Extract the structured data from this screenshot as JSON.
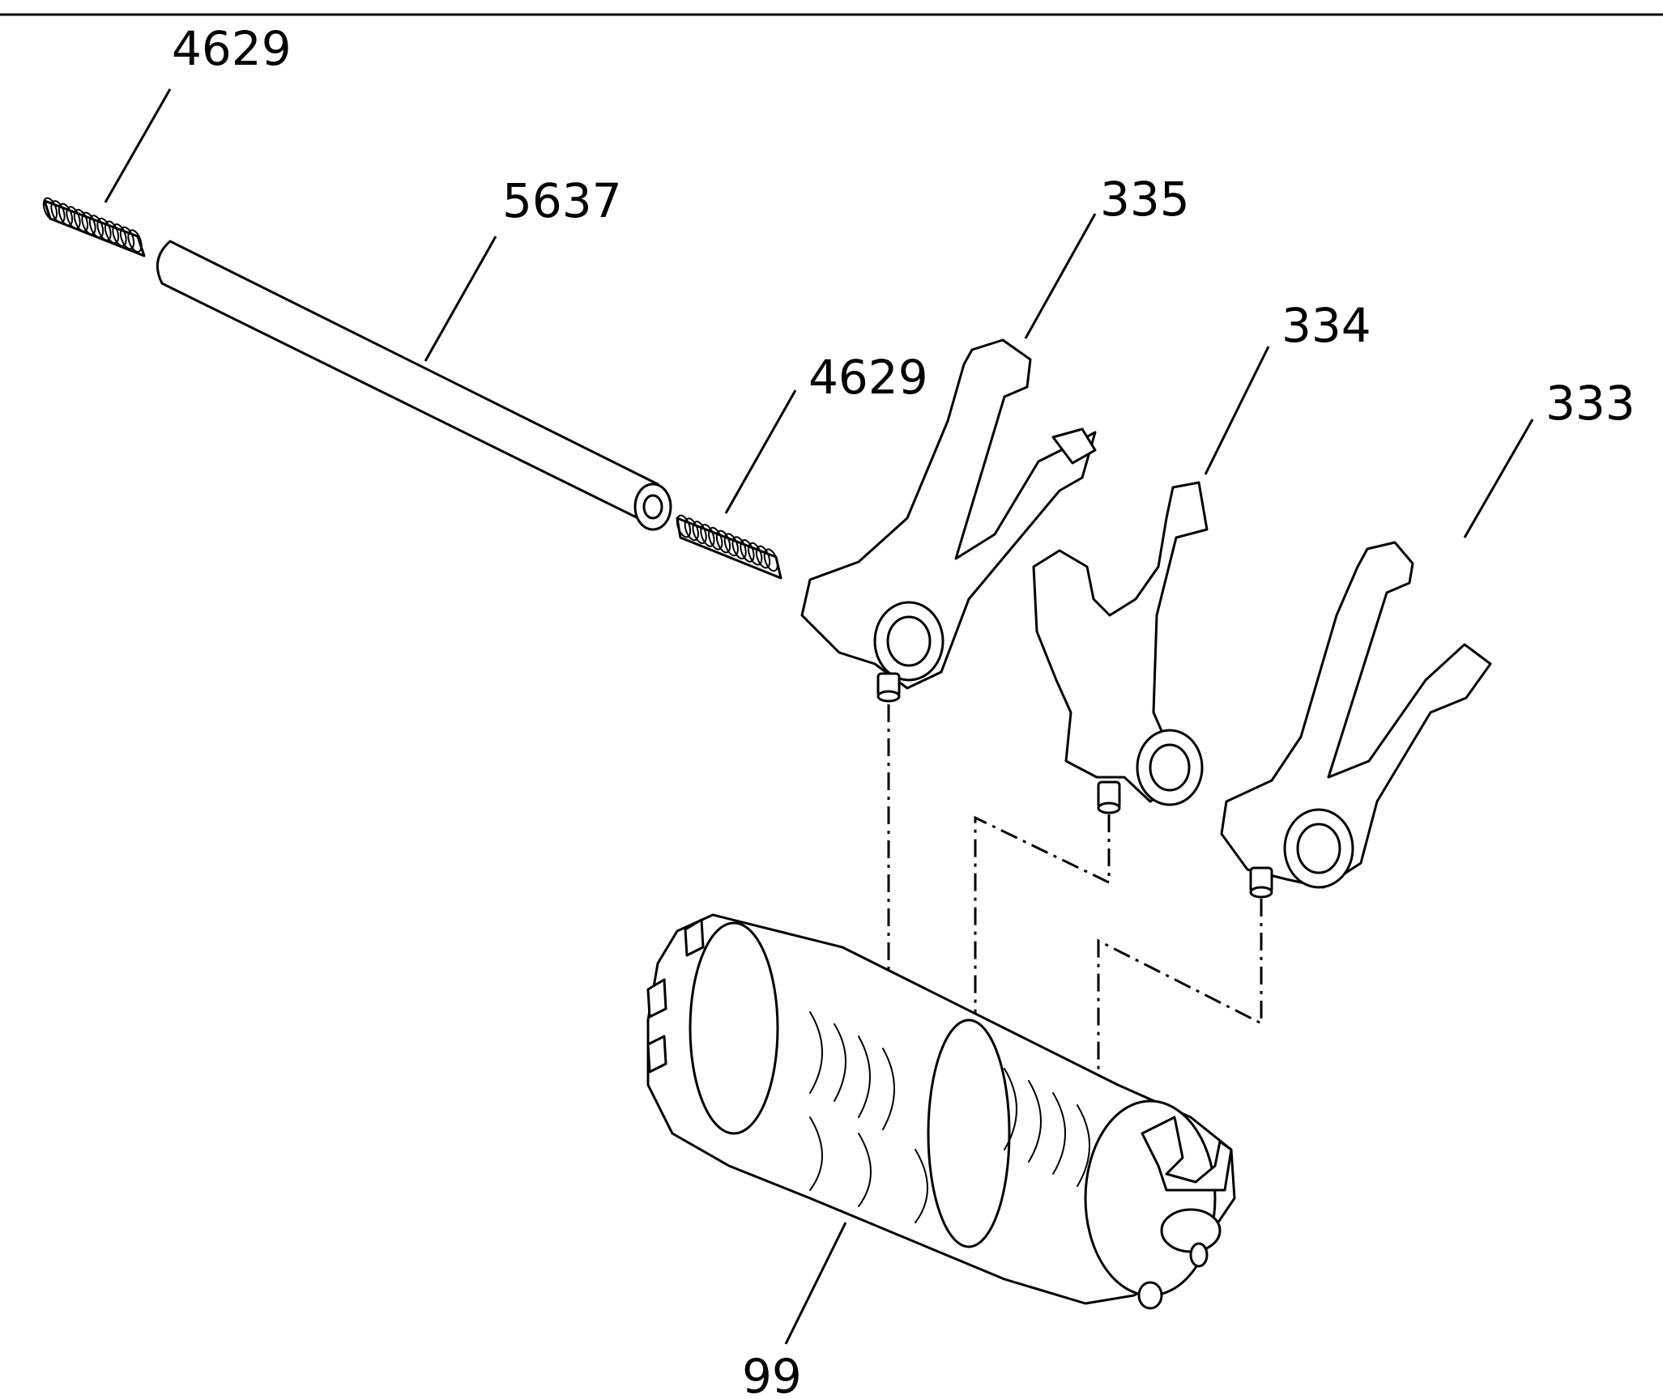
{
  "callouts": {
    "spring_top": "4629",
    "shaft": "5637",
    "spring_mid": "4629",
    "fork_335": "335",
    "fork_334": "334",
    "fork_333": "333",
    "drum": "99"
  }
}
